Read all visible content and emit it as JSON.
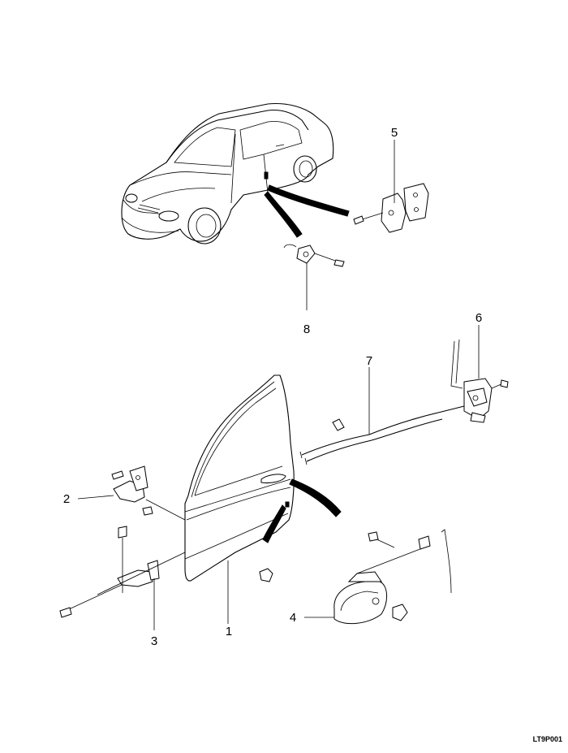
{
  "diagram": {
    "callouts": [
      {
        "id": "1",
        "label": "1"
      },
      {
        "id": "2",
        "label": "2"
      },
      {
        "id": "3",
        "label": "3"
      },
      {
        "id": "4",
        "label": "4"
      },
      {
        "id": "5",
        "label": "5"
      },
      {
        "id": "6",
        "label": "6"
      },
      {
        "id": "7",
        "label": "7"
      },
      {
        "id": "8",
        "label": "8"
      }
    ],
    "figure_code": "LT9P001"
  }
}
